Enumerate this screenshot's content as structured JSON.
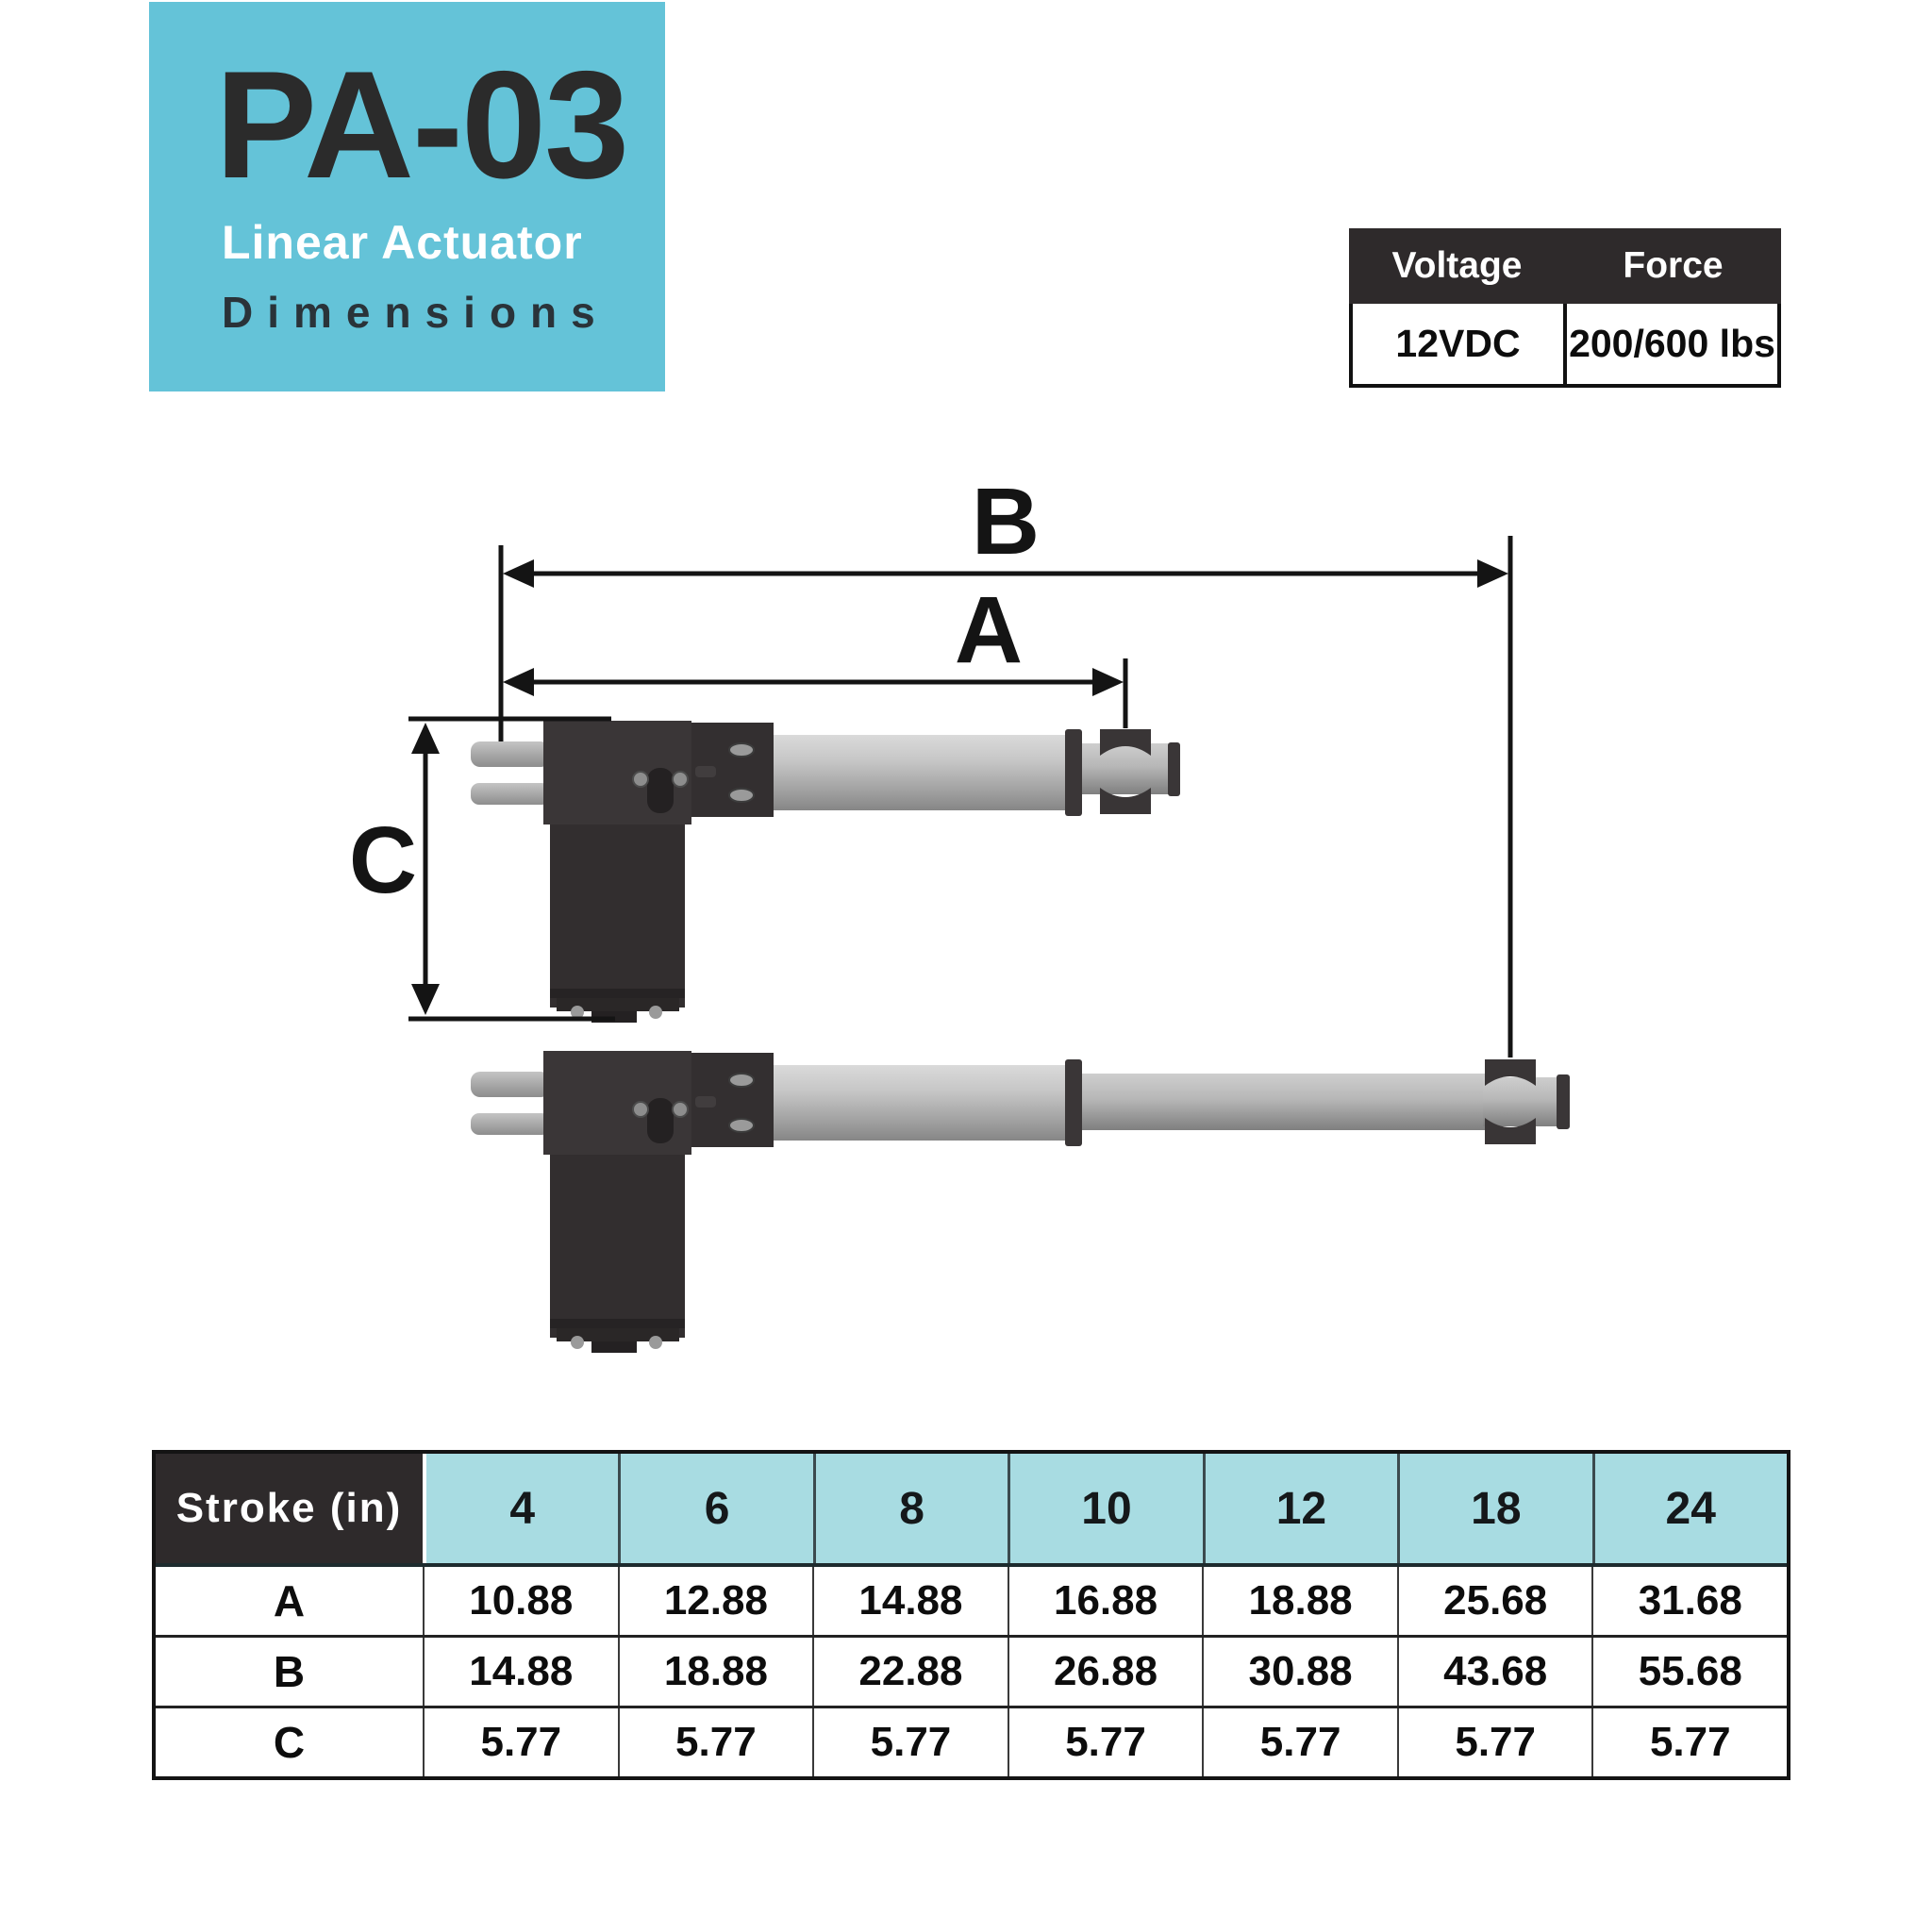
{
  "title_block": {
    "model": "PA-03",
    "subtitle": "Linear Actuator",
    "caption": "Dimensions"
  },
  "spec_table": {
    "headers": [
      "Voltage",
      "Force"
    ],
    "row": [
      "12VDC",
      "200/600 lbs"
    ]
  },
  "diagram": {
    "label_a": "A",
    "label_b": "B",
    "label_c": "C"
  },
  "stroke_table": {
    "header_label": "Stroke (in)",
    "strokes": [
      "4",
      "6",
      "8",
      "10",
      "12",
      "18",
      "24"
    ],
    "rows": [
      {
        "label": "A",
        "values": [
          "10.88",
          "12.88",
          "14.88",
          "16.88",
          "18.88",
          "25.68",
          "31.68"
        ]
      },
      {
        "label": "B",
        "values": [
          "14.88",
          "18.88",
          "22.88",
          "26.88",
          "30.88",
          "43.68",
          "55.68"
        ]
      },
      {
        "label": "C",
        "values": [
          "5.77",
          "5.77",
          "5.77",
          "5.77",
          "5.77",
          "5.77",
          "5.77"
        ]
      }
    ]
  },
  "colors": {
    "accent_teal": "#64c3d8",
    "header_teal": "#a8dce2",
    "dark_header": "#2e2a2b",
    "line_black": "#141414"
  }
}
